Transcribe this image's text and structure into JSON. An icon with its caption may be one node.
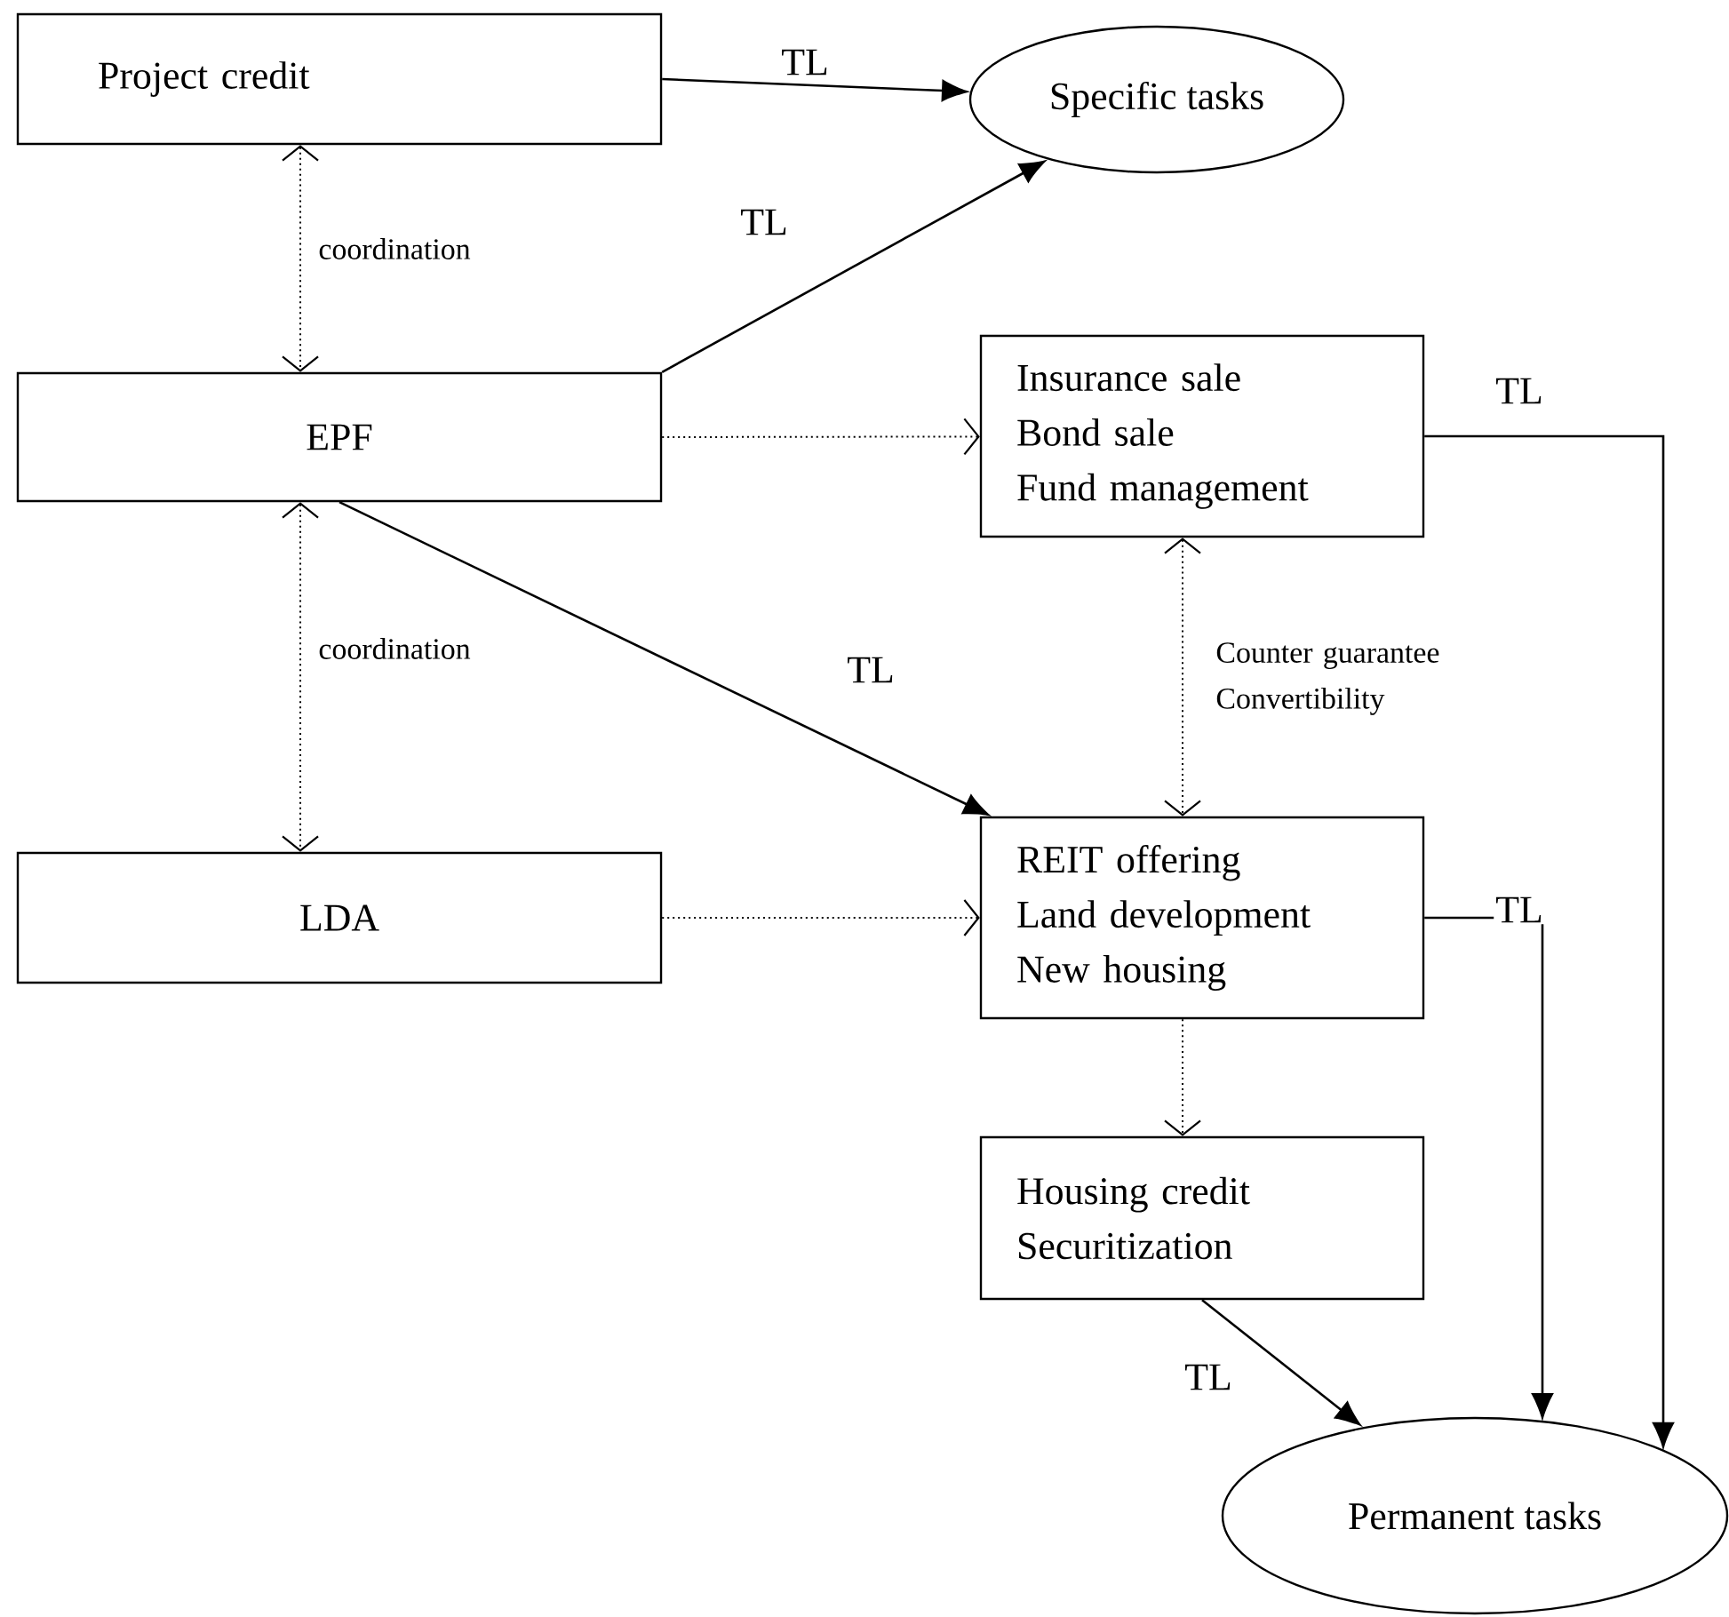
{
  "diagram": {
    "nodes": [
      {
        "text": [
          "Project credit"
        ]
      },
      {
        "text": [
          "Specific tasks"
        ]
      },
      {
        "text": [
          "EPF"
        ]
      },
      {
        "text": [
          "Insurance sale",
          "Bond sale",
          "Fund management"
        ]
      },
      {
        "text": [
          "LDA"
        ]
      },
      {
        "text": [
          "REIT offering",
          "Land development",
          "New housing"
        ]
      },
      {
        "text": [
          "Housing credit",
          "Securitization"
        ]
      },
      {
        "text": [
          "Permanent tasks"
        ]
      }
    ],
    "edges": [
      {
        "from": 0,
        "to": 1,
        "arrow": "to",
        "label": "TL"
      },
      {
        "from": 0,
        "to": 2,
        "arrow": "both",
        "label": "coordination",
        "style": "dashed"
      },
      {
        "from": 2,
        "to": 1,
        "arrow": "to",
        "label": "TL"
      },
      {
        "from": 2,
        "to": 3,
        "arrow": "to",
        "style": "dashed"
      },
      {
        "from": 2,
        "to": 4,
        "arrow": "both",
        "label": "coordination",
        "style": "dashed"
      },
      {
        "from": 2,
        "to": 5,
        "arrow": "to",
        "label": "TL"
      },
      {
        "from": 3,
        "to": 5,
        "arrow": "both",
        "label": "Counter guarantee Convertibility",
        "style": "dashed"
      },
      {
        "from": 4,
        "to": 5,
        "arrow": "to",
        "style": "dashed"
      },
      {
        "from": 3,
        "to": 7,
        "arrow": "to",
        "label": "TL"
      },
      {
        "from": 5,
        "to": 7,
        "arrow": "to",
        "label": "TL"
      },
      {
        "from": 5,
        "to": 6,
        "arrow": "to",
        "style": "dashed"
      },
      {
        "from": 6,
        "to": 7,
        "arrow": "to",
        "label": "TL"
      }
    ]
  }
}
